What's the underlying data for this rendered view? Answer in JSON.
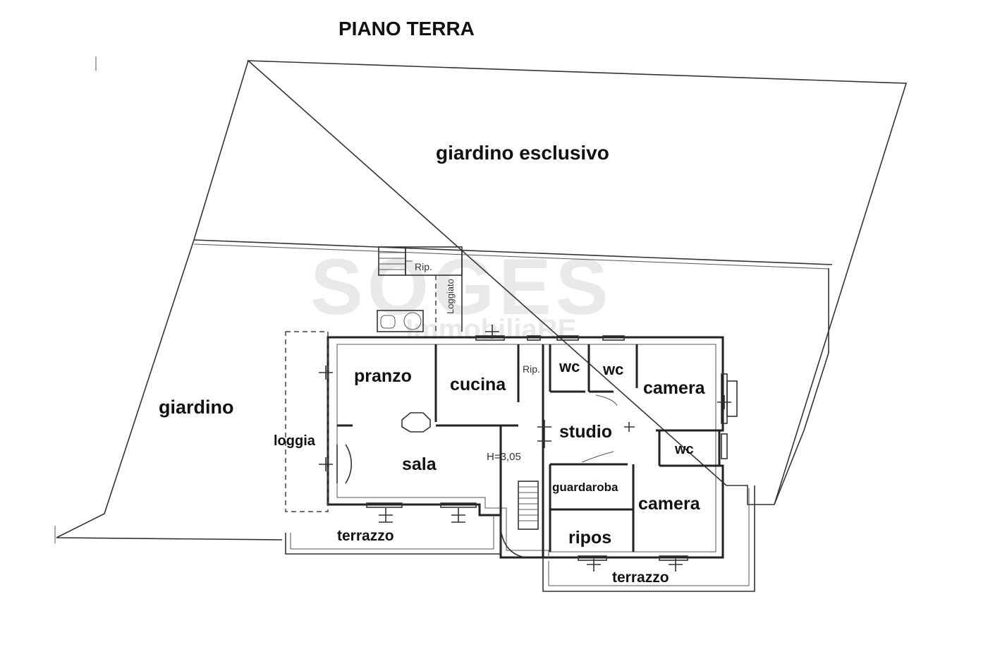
{
  "title": "PIANO TERRA",
  "watermark": {
    "brand": "SOGES",
    "sub": "ImmobiliaRE"
  },
  "rooms": {
    "giardino_esclusivo": "giardino esclusivo",
    "giardino": "giardino",
    "loggia": "loggia",
    "pranzo": "pranzo",
    "cucina": "cucina",
    "sala": "sala",
    "height_note": "H=3,05",
    "rip_top": "Rip.",
    "rip_inner": "Rip.",
    "loggiato": "Loggiato",
    "wc_1": "wc",
    "wc_2": "wc",
    "wc_3": "wc",
    "camera_top": "camera",
    "studio": "studio",
    "guardaroba": "guardaroba",
    "camera_bottom": "camera",
    "ripos": "ripos",
    "terrazzo_left": "terrazzo",
    "terrazzo_right": "terrazzo"
  },
  "colors": {
    "line": "#222222",
    "text": "#111111",
    "watermark": "#e9e9e9"
  }
}
